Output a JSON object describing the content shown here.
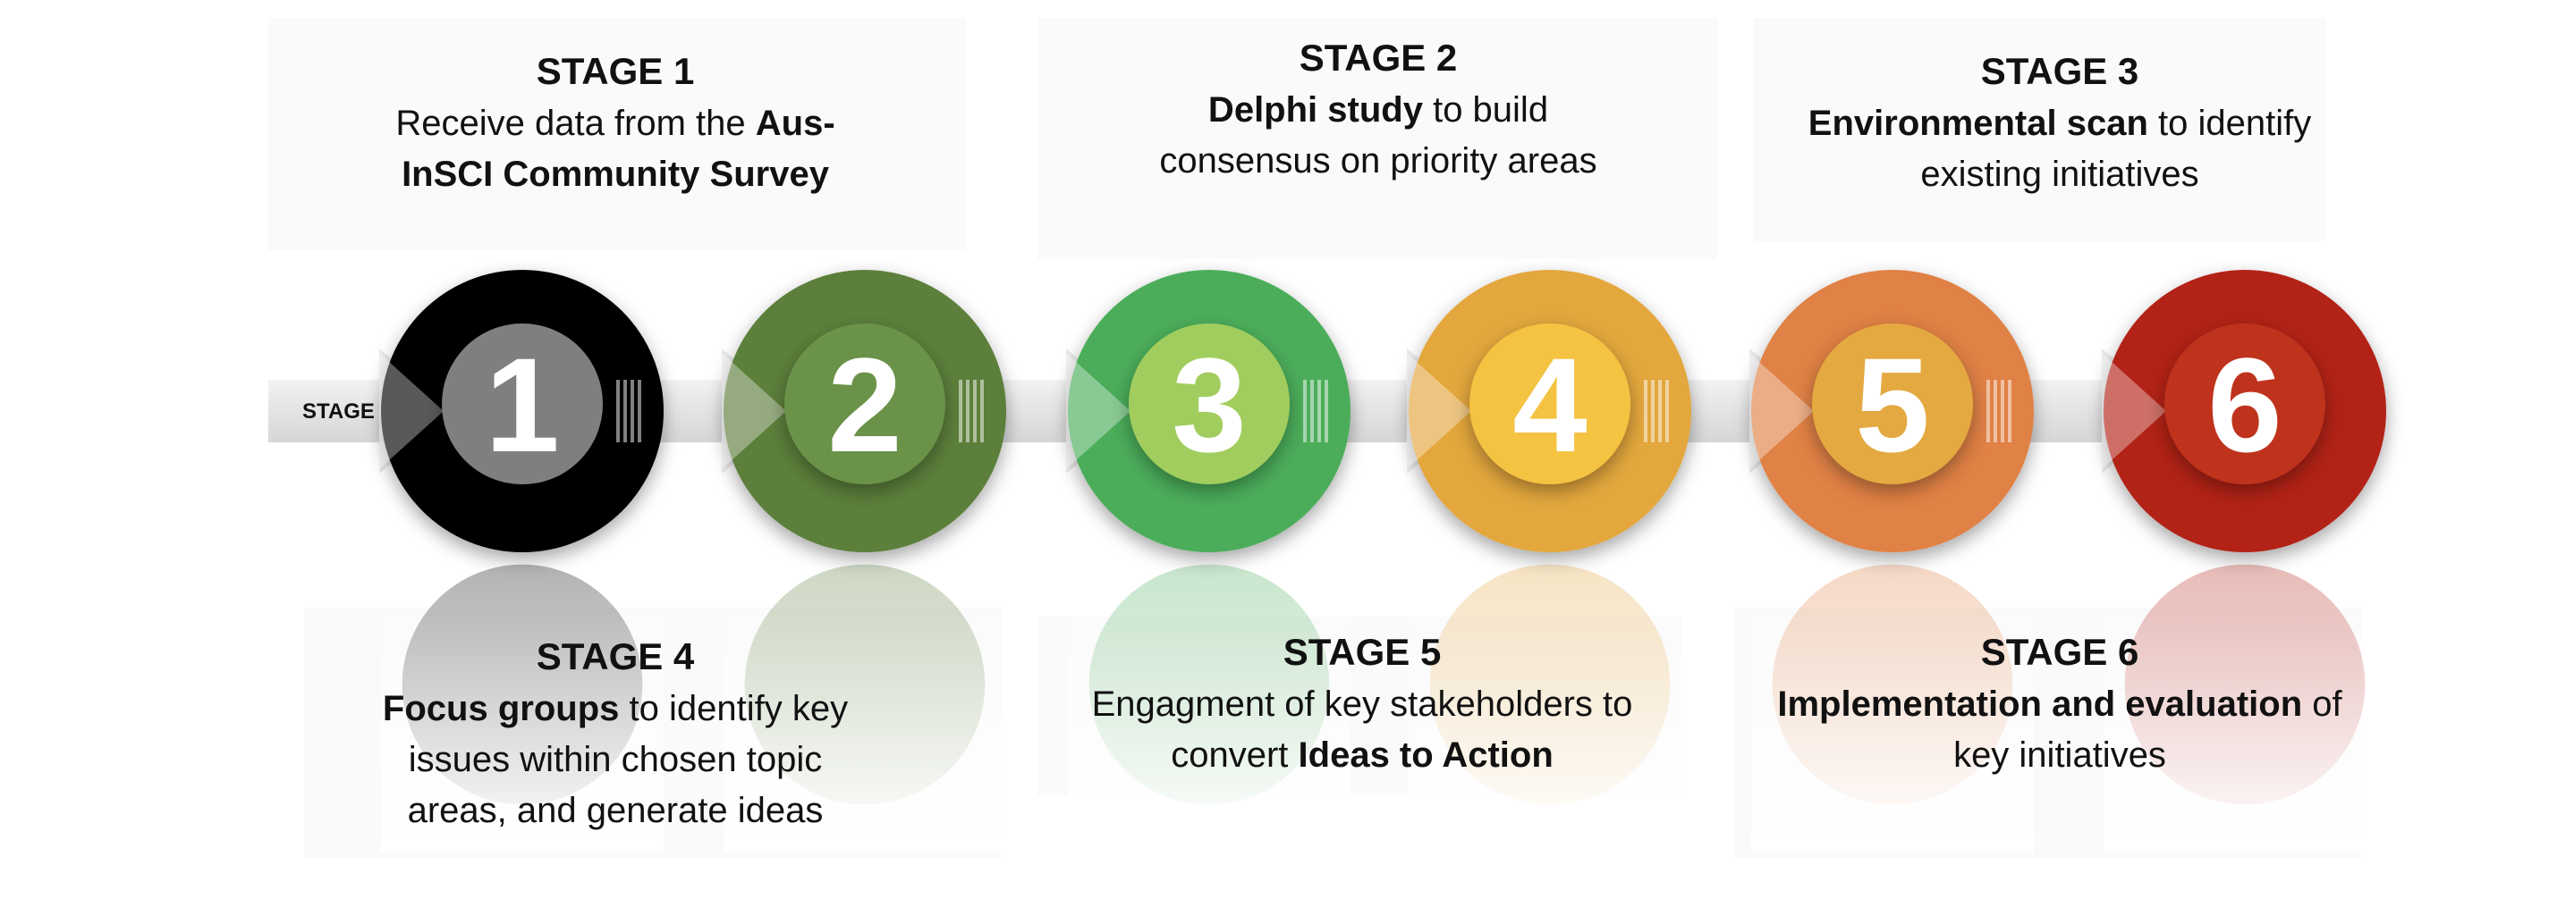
{
  "arrow_label": "STAGE",
  "circles": [
    {
      "number": "1",
      "outer": "#050505",
      "inner": "#7f7f7f"
    },
    {
      "number": "2",
      "outer": "#5c7f3a",
      "inner": "#6a9248"
    },
    {
      "number": "3",
      "outer": "#4cad5a",
      "inner": "#a1cd5e"
    },
    {
      "number": "4",
      "outer": "#e3a73e",
      "inner": "#f4c342"
    },
    {
      "number": "5",
      "outer": "#e08145",
      "inner": "#e4a941"
    },
    {
      "number": "6",
      "outer": "#b22218",
      "inner": "#bf301c"
    }
  ],
  "stages": [
    {
      "title": "STAGE 1",
      "lines": [
        [
          {
            "t": "Receive data from the ",
            "b": false
          },
          {
            "t": "Aus-",
            "b": true
          }
        ],
        [
          {
            "t": "InSCI Community Survey",
            "b": true
          }
        ]
      ]
    },
    {
      "title": "STAGE 2",
      "lines": [
        [
          {
            "t": "Delphi study",
            "b": true
          },
          {
            "t": " to build",
            "b": false
          }
        ],
        [
          {
            "t": "consensus on priority areas",
            "b": false
          }
        ]
      ]
    },
    {
      "title": "STAGE 3",
      "lines": [
        [
          {
            "t": "Environmental scan",
            "b": true
          },
          {
            "t": " to identify",
            "b": false
          }
        ],
        [
          {
            "t": "existing initiatives",
            "b": false
          }
        ]
      ]
    },
    {
      "title": "STAGE 4",
      "lines": [
        [
          {
            "t": "Focus groups",
            "b": true
          },
          {
            "t": " to identify key",
            "b": false
          }
        ],
        [
          {
            "t": "issues within chosen topic",
            "b": false
          }
        ],
        [
          {
            "t": "areas, and generate ideas",
            "b": false
          }
        ]
      ]
    },
    {
      "title": "STAGE 5",
      "lines": [
        [
          {
            "t": "Engagment of key stakeholders to",
            "b": false
          }
        ],
        [
          {
            "t": "convert ",
            "b": false
          },
          {
            "t": "Ideas to Action",
            "b": true
          }
        ]
      ]
    },
    {
      "title": "STAGE 6",
      "lines": [
        [
          {
            "t": "Implementation and evaluation",
            "b": true
          },
          {
            "t": " of",
            "b": false
          }
        ],
        [
          {
            "t": "key initiatives",
            "b": false
          }
        ]
      ]
    }
  ]
}
